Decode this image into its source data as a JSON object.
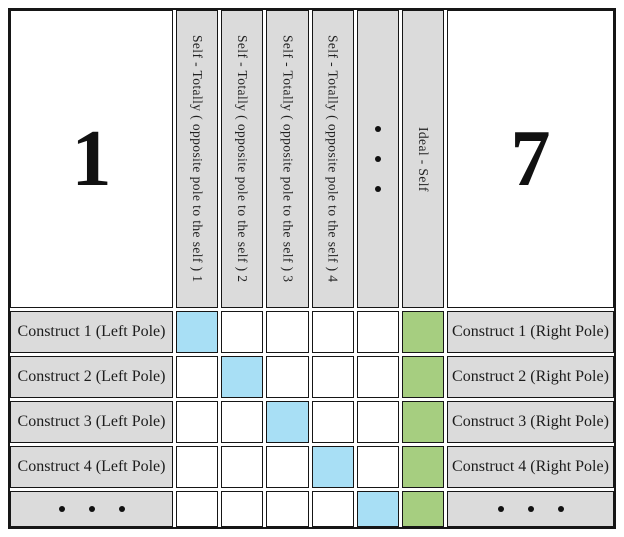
{
  "figure": {
    "name": "repertory-grid-rating-table",
    "scale_min": "1",
    "scale_max": "7",
    "columns": [
      {
        "id": "self-1",
        "label": "Self - Totally ( opposite pole to the self ) 1"
      },
      {
        "id": "self-2",
        "label": "Self - Totally ( opposite pole to the self ) 2"
      },
      {
        "id": "self-3",
        "label": "Self - Totally ( opposite pole to the self ) 3"
      },
      {
        "id": "self-4",
        "label": "Self - Totally ( opposite pole to the self ) 4"
      },
      {
        "id": "more-columns",
        "icon": "ellipsis-vertical-icon"
      },
      {
        "id": "ideal-self",
        "label": "Ideal - Self"
      }
    ],
    "rows": [
      {
        "left_label": "Construct 1 (Left Pole)",
        "right_label": "Construct 1 (Right Pole)",
        "highlighted_column": "self-1"
      },
      {
        "left_label": "Construct 2 (Left Pole)",
        "right_label": "Construct 2 (Right Pole)",
        "highlighted_column": "self-2"
      },
      {
        "left_label": "Construct 3 (Left Pole)",
        "right_label": "Construct 3 (Right Pole)",
        "highlighted_column": "self-3"
      },
      {
        "left_label": "Construct 4 (Left Pole)",
        "right_label": "Construct 4 (Right Pole)",
        "highlighted_column": "self-4"
      },
      {
        "left_icon": "ellipsis-horizontal-icon",
        "right_icon": "ellipsis-horizontal-icon",
        "highlighted_column": "more-columns"
      }
    ],
    "colors": {
      "diagonal_highlight": "#a8dff5",
      "ideal_self_column": "#a6ce80",
      "label_background": "#dbdbdb",
      "border": "#161616",
      "background": "#ffffff"
    }
  }
}
